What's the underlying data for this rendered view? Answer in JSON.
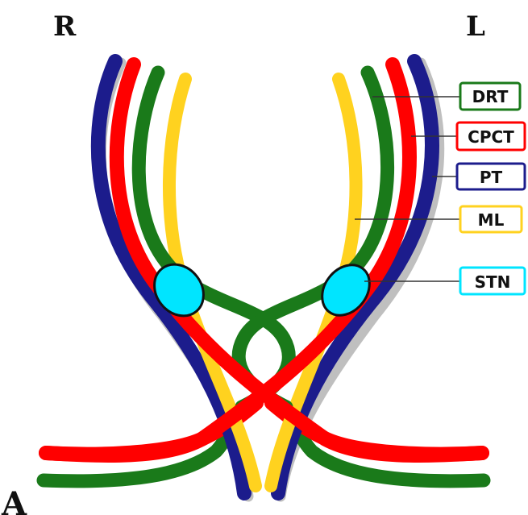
{
  "labels": {
    "right": "R",
    "left": "L",
    "panel": "A"
  },
  "legend": [
    {
      "key": "drt",
      "label": "DRT",
      "color": "#1a7a1a"
    },
    {
      "key": "cpct",
      "label": "CPCT",
      "color": "#ff0000"
    },
    {
      "key": "pt",
      "label": "PT",
      "color": "#1c1c8c"
    },
    {
      "key": "ml",
      "label": "ML",
      "color": "#ffd21f"
    },
    {
      "key": "stn",
      "label": "STN",
      "color": "#00e5ff"
    }
  ],
  "colors": {
    "drt": "#1a7a1a",
    "cpct": "#ff0000",
    "pt": "#1c1c8c",
    "ml": "#ffd21f",
    "stn": "#00e5ff",
    "outline": "#111111",
    "leader": "#333333"
  }
}
